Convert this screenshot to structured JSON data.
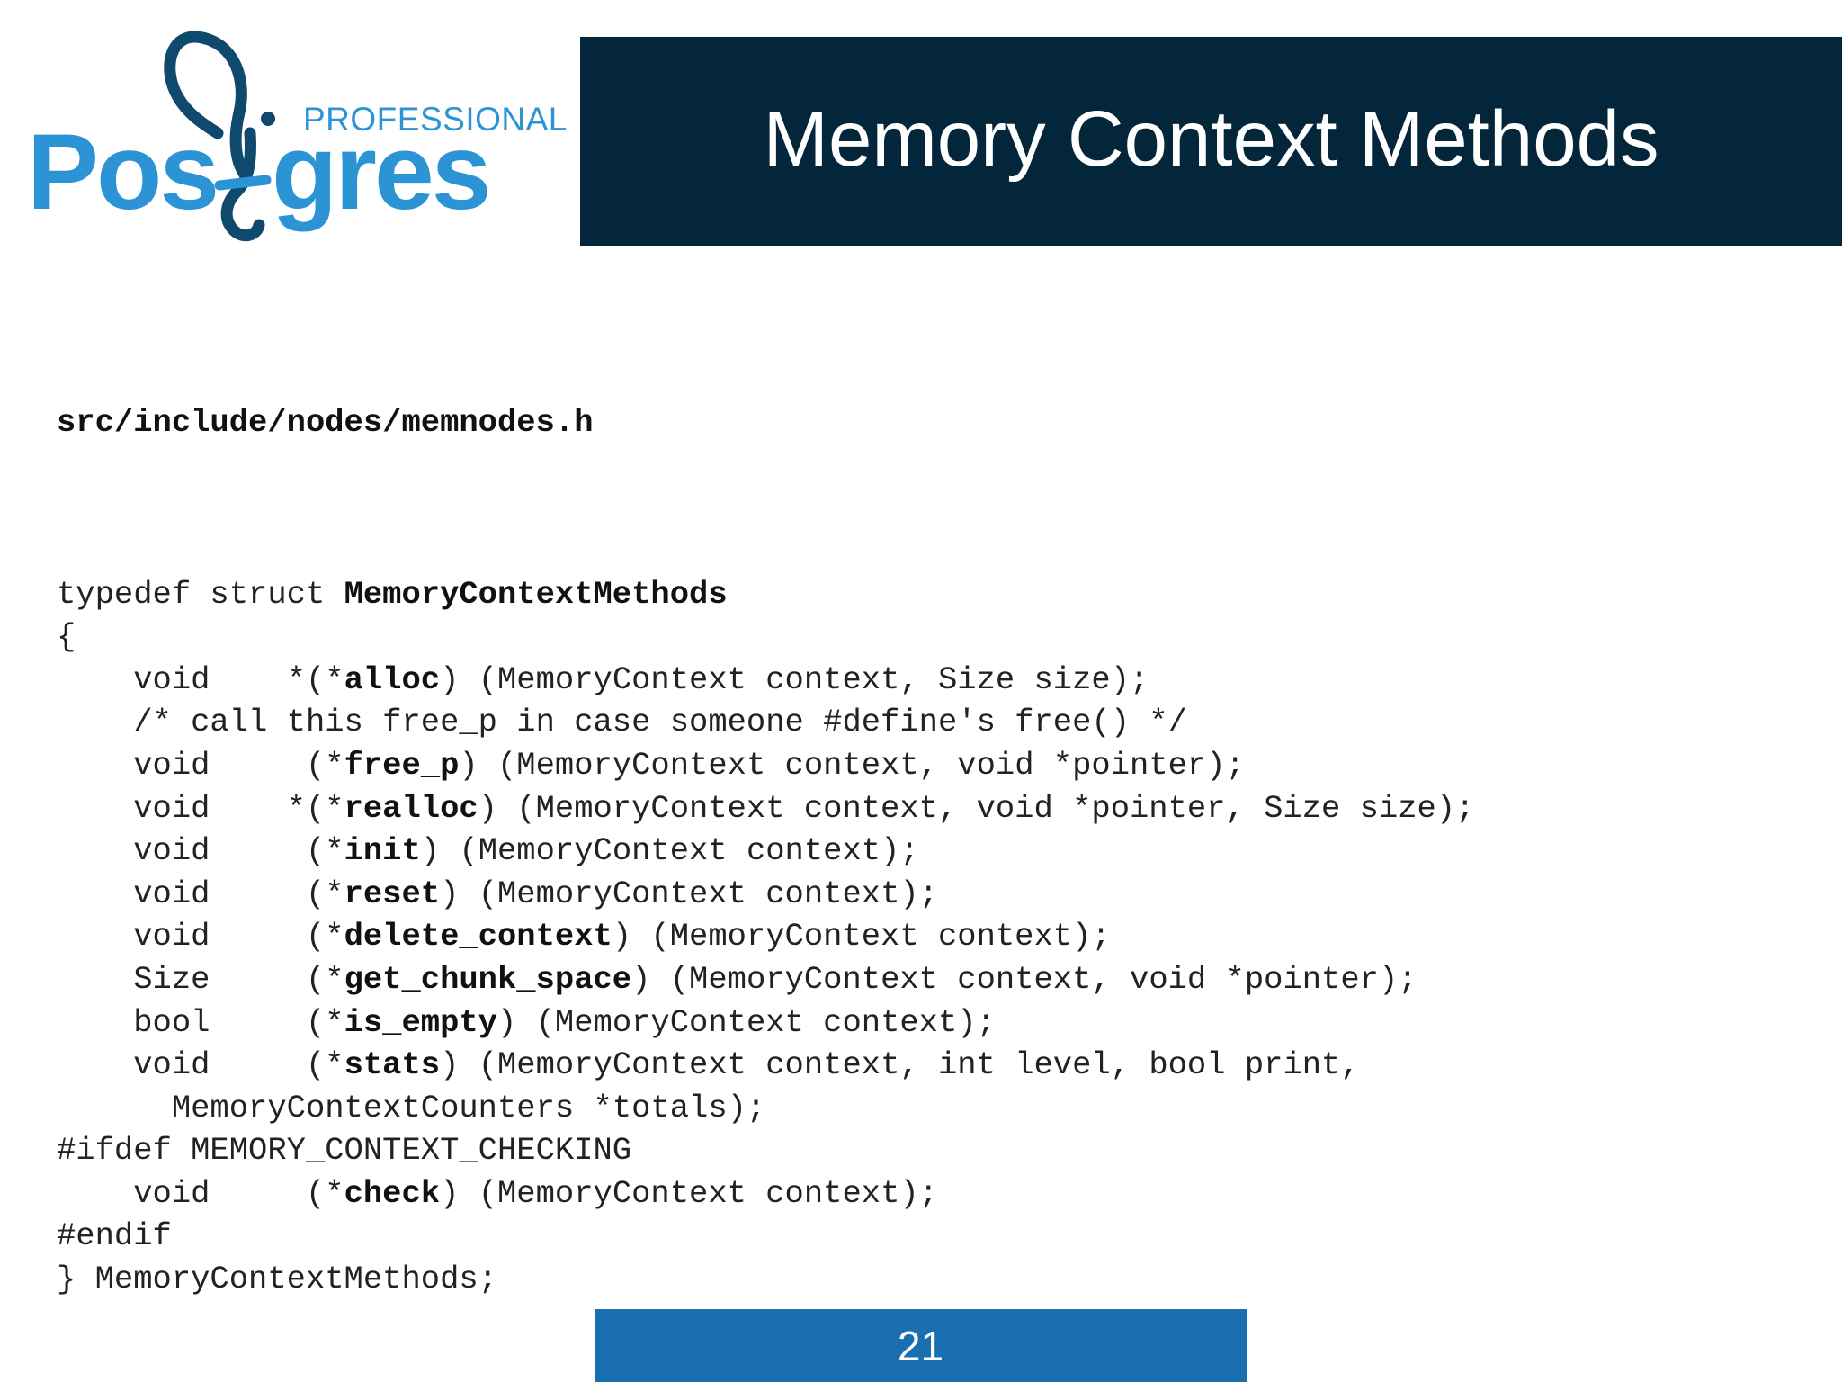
{
  "logo": {
    "brand": "Postgres",
    "tag": "PROFESSIONAL"
  },
  "title": "Memory Context Methods",
  "file_path": "src/include/nodes/memnodes.h",
  "code": [
    {
      "type": "blank",
      "parts": []
    },
    {
      "type": "code",
      "parts": [
        {
          "t": "typedef struct "
        },
        {
          "t": "MemoryContextMethods",
          "b": true
        }
      ]
    },
    {
      "type": "code",
      "parts": [
        {
          "t": "{"
        }
      ]
    },
    {
      "type": "code",
      "parts": [
        {
          "t": "    void    *(*"
        },
        {
          "t": "alloc",
          "b": true
        },
        {
          "t": ") (MemoryContext context, Size size);"
        }
      ]
    },
    {
      "type": "comment",
      "parts": [
        {
          "t": "    /* call this free_p in case someone #define's free() */"
        }
      ]
    },
    {
      "type": "code",
      "parts": [
        {
          "t": "    void     (*"
        },
        {
          "t": "free_p",
          "b": true
        },
        {
          "t": ") (MemoryContext context, void *pointer);"
        }
      ]
    },
    {
      "type": "code",
      "parts": [
        {
          "t": "    void    *(*"
        },
        {
          "t": "realloc",
          "b": true
        },
        {
          "t": ") (MemoryContext context, void *pointer, Size size);"
        }
      ]
    },
    {
      "type": "code",
      "parts": [
        {
          "t": "    void     (*"
        },
        {
          "t": "init",
          "b": true
        },
        {
          "t": ") (MemoryContext context);"
        }
      ]
    },
    {
      "type": "code",
      "parts": [
        {
          "t": "    void     (*"
        },
        {
          "t": "reset",
          "b": true
        },
        {
          "t": ") (MemoryContext context);"
        }
      ]
    },
    {
      "type": "code",
      "parts": [
        {
          "t": "    void     (*"
        },
        {
          "t": "delete_context",
          "b": true
        },
        {
          "t": ") (MemoryContext context);"
        }
      ]
    },
    {
      "type": "code",
      "parts": [
        {
          "t": "    Size     (*"
        },
        {
          "t": "get_chunk_space",
          "b": true
        },
        {
          "t": ") (MemoryContext context, void *pointer);"
        }
      ]
    },
    {
      "type": "code",
      "parts": [
        {
          "t": "    bool     (*"
        },
        {
          "t": "is_empty",
          "b": true
        },
        {
          "t": ") (MemoryContext context);"
        }
      ]
    },
    {
      "type": "code",
      "parts": [
        {
          "t": "    void     (*"
        },
        {
          "t": "stats",
          "b": true
        },
        {
          "t": ") (MemoryContext context, int level, bool print,"
        }
      ]
    },
    {
      "type": "code",
      "parts": [
        {
          "t": "      MemoryContextCounters *totals);"
        }
      ]
    },
    {
      "type": "directive",
      "parts": [
        {
          "t": "#ifdef MEMORY_CONTEXT_CHECKING"
        }
      ]
    },
    {
      "type": "code",
      "parts": [
        {
          "t": "    void     (*"
        },
        {
          "t": "check",
          "b": true
        },
        {
          "t": ") (MemoryContext context);"
        }
      ]
    },
    {
      "type": "directive",
      "parts": [
        {
          "t": "#endif"
        }
      ]
    },
    {
      "type": "code",
      "parts": [
        {
          "t": "} MemoryContextMethods;"
        }
      ]
    }
  ],
  "page_number": "21",
  "colors": {
    "title_bar": "#03263a",
    "page_bar": "#1a6fb0",
    "logo_blue": "#2c94d4",
    "logo_dark": "#0f4a6e"
  }
}
